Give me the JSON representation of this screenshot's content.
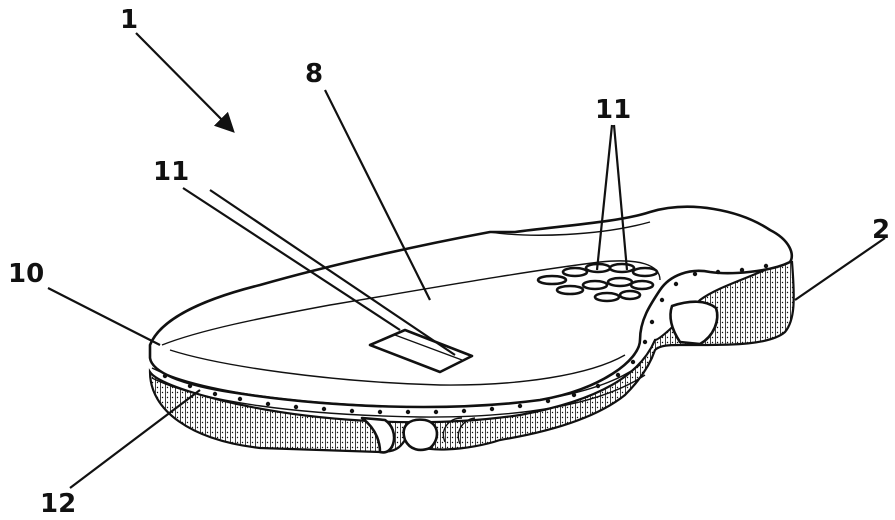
{
  "colors": {
    "ink": "#111111",
    "paper": "#ffffff"
  },
  "reference_numerals": {
    "sole_assembly": "1",
    "outsole": "2",
    "insole_top": "8",
    "rim": "10",
    "holes_front": "11",
    "holes_rear": "11",
    "perforation_row": "12"
  }
}
